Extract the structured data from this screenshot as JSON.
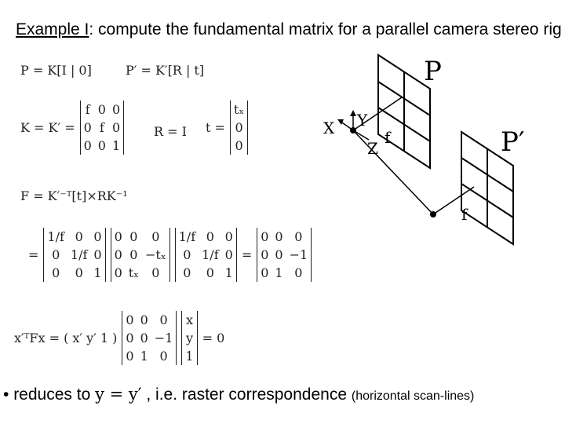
{
  "title": {
    "example": "Example I",
    "rest": ": compute the fundamental matrix for a parallel camera stereo rig"
  },
  "equations": {
    "P": "P = K[I | 0]",
    "Pp": "P′ = K′[R | t]",
    "KKp": "K = K′ =",
    "K_matrix": [
      [
        "f",
        "0",
        "0"
      ],
      [
        "0",
        "f",
        "0"
      ],
      [
        "0",
        "0",
        "1"
      ]
    ],
    "R": "R = I",
    "t": "t =",
    "t_vector": [
      [
        "tₓ"
      ],
      [
        "0"
      ],
      [
        "0"
      ]
    ],
    "F": "F = K′⁻ᵀ[t]×RK⁻¹",
    "eq_sign": "=",
    "M1": [
      [
        "1/f",
        "0",
        "0"
      ],
      [
        "0",
        "1/f",
        "0"
      ],
      [
        "0",
        "0",
        "1"
      ]
    ],
    "M2": [
      [
        "0",
        "0",
        "0"
      ],
      [
        "0",
        "0",
        "−tₓ"
      ],
      [
        "0",
        "tₓ",
        "0"
      ]
    ],
    "M3": [
      [
        "1/f",
        "0",
        "0"
      ],
      [
        "0",
        "1/f",
        "0"
      ],
      [
        "0",
        "0",
        "1"
      ]
    ],
    "M4": [
      [
        "0",
        "0",
        "0"
      ],
      [
        "0",
        "0",
        "−1"
      ],
      [
        "0",
        "1",
        "0"
      ]
    ],
    "xFx": "x′ᵀFx = ( x′ y′ 1 )",
    "M5": [
      [
        "0",
        "0",
        "0"
      ],
      [
        "0",
        "0",
        "−1"
      ],
      [
        "0",
        "1",
        "0"
      ]
    ],
    "xvec": [
      [
        "x"
      ],
      [
        "y"
      ],
      [
        "1"
      ]
    ],
    "zero": "= 0"
  },
  "figure": {
    "P": "P",
    "Pp": "P′",
    "X": "X",
    "Y": "Y",
    "Z": "Z",
    "f1": "f",
    "f2": "f"
  },
  "bullet": {
    "mark": "•",
    "text1": " reduces to ",
    "expr": "y = y′",
    "text2": " , i.e. raster correspondence ",
    "paren": "(horizontal scan-lines)"
  }
}
